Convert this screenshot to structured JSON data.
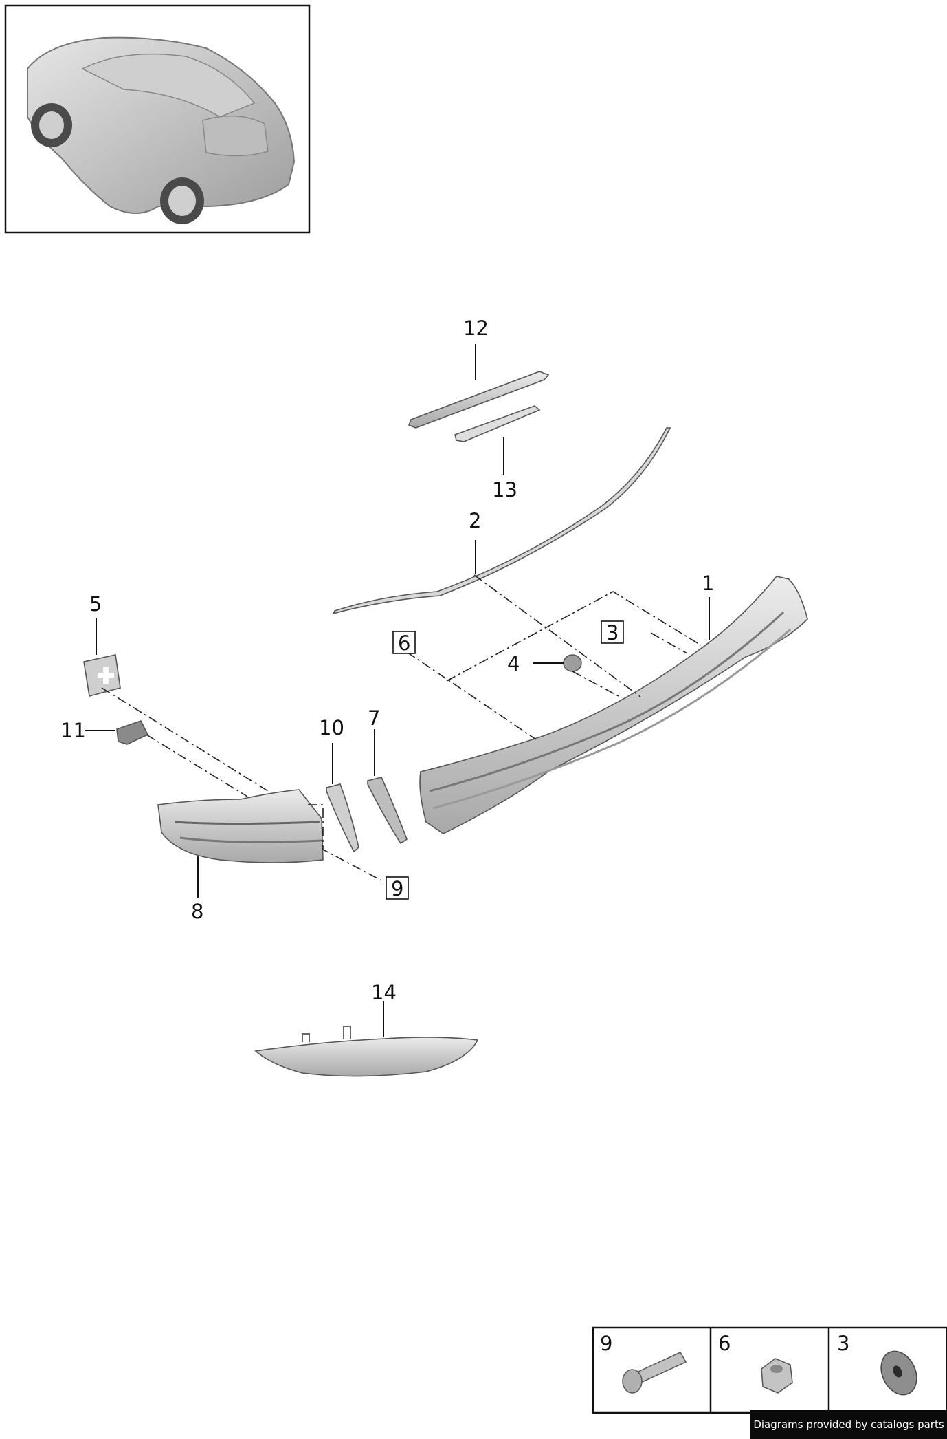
{
  "callouts": {
    "c1": "1",
    "c2": "2",
    "c3": "3",
    "c4": "4",
    "c5": "5",
    "c6": "6",
    "c7": "7",
    "c8": "8",
    "c9": "9",
    "c10": "10",
    "c11": "11",
    "c12": "12",
    "c13": "13",
    "c14": "14"
  },
  "hardware_table": {
    "cells": [
      {
        "number": "9",
        "icon": "bolt-icon"
      },
      {
        "number": "6",
        "icon": "hex-nut-icon"
      },
      {
        "number": "3",
        "icon": "spacer-washer-icon"
      }
    ]
  },
  "watermark": "Diagrams provided by catalogs parts",
  "colors": {
    "line": "#111111",
    "part_fill": "#d4d4d4",
    "watermark_bg": "#0b0b0b"
  }
}
